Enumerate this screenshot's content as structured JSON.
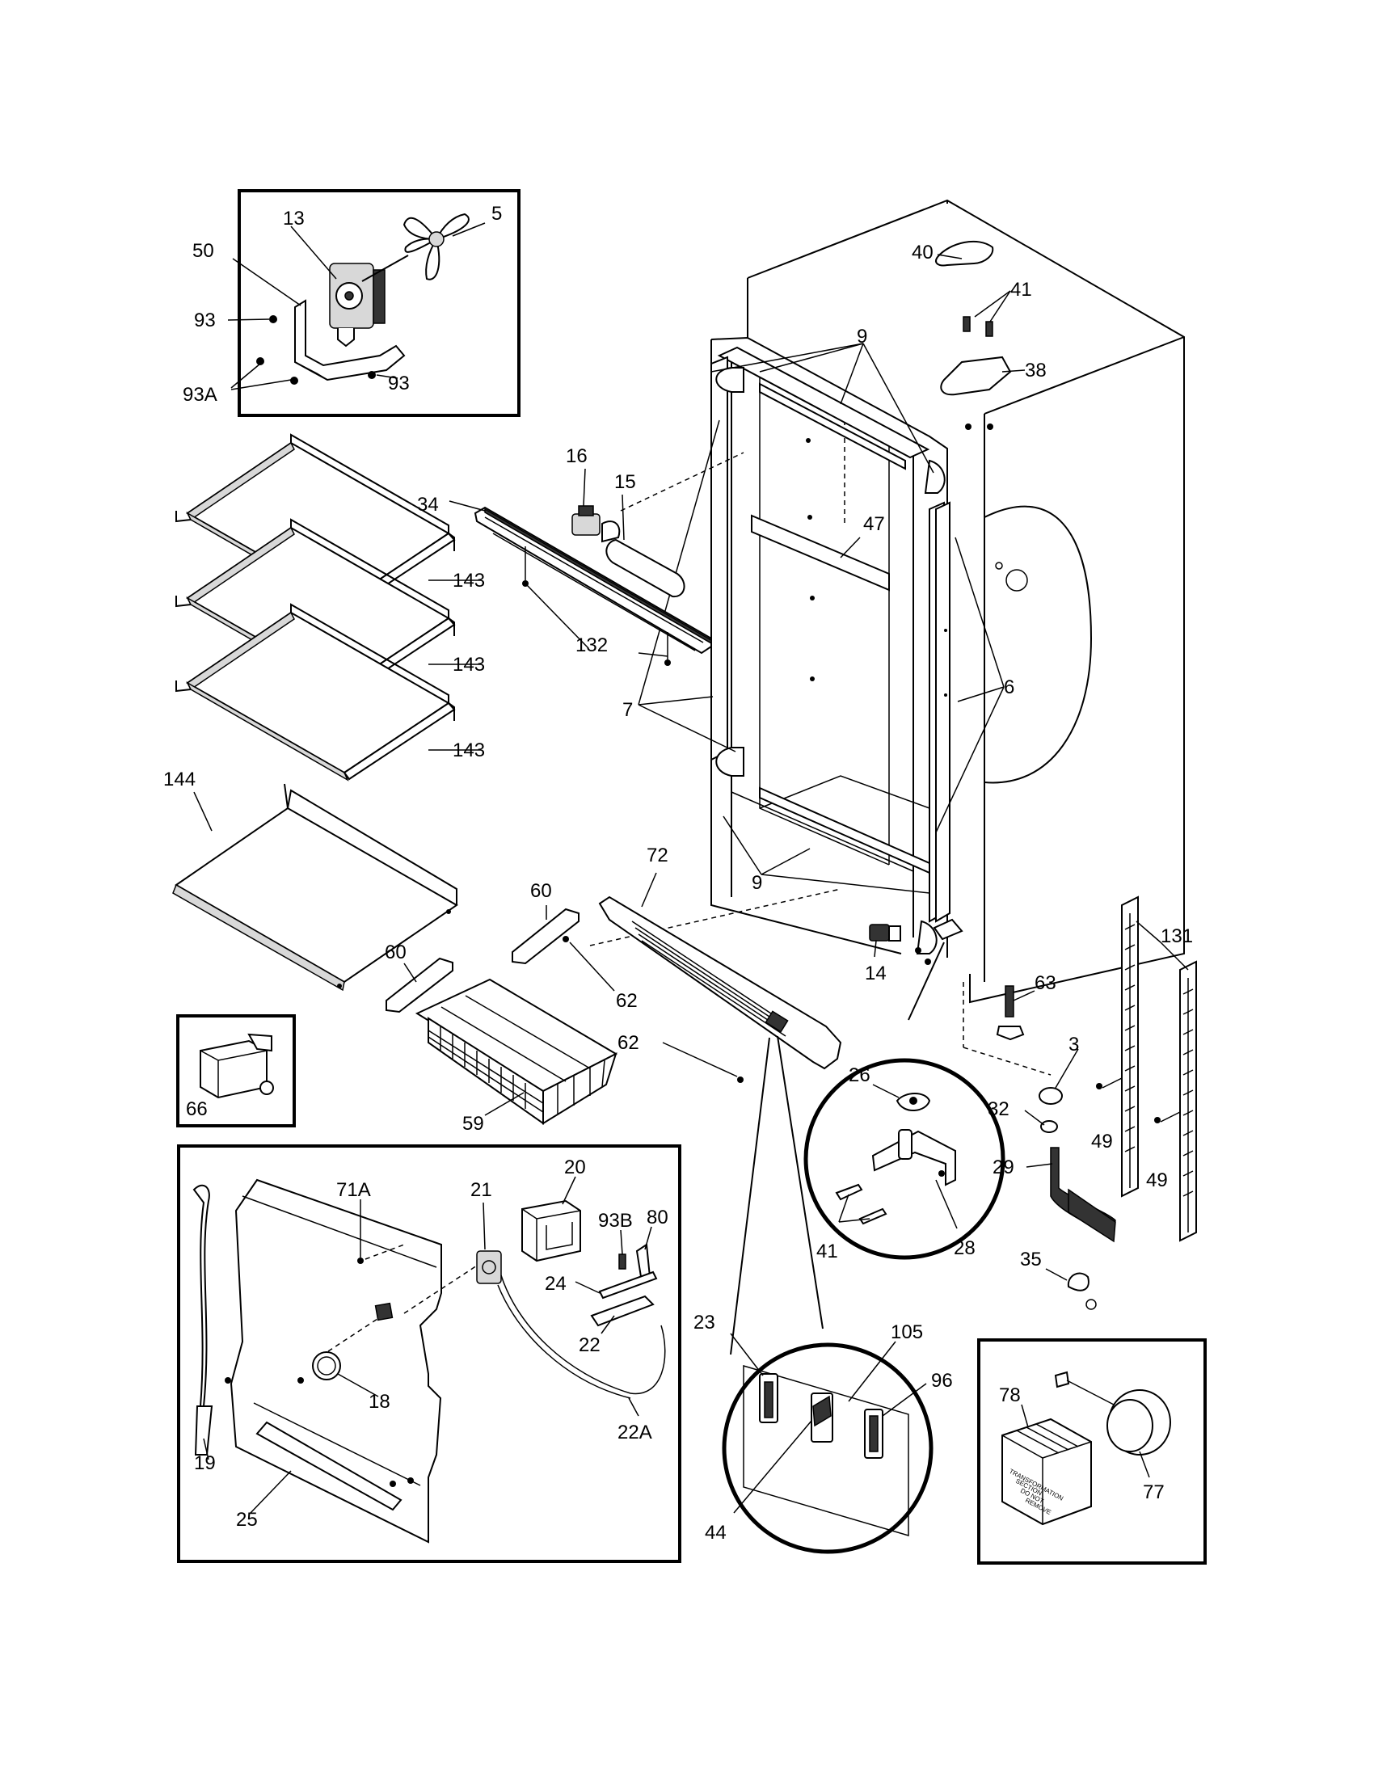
{
  "parts": {
    "p5": "5",
    "p13": "13",
    "p50": "50",
    "p93a": "93",
    "p93b": "93",
    "p93A": "93A",
    "p40": "40",
    "p41a": "41",
    "p38": "38",
    "p9a": "9",
    "p16": "16",
    "p15": "15",
    "p34": "34",
    "p47": "47",
    "p143a": "143",
    "p143b": "143",
    "p143c": "143",
    "p132": "132",
    "p7": "7",
    "p6": "6",
    "p144": "144",
    "p60a": "60",
    "p72": "72",
    "p9b": "9",
    "p131": "131",
    "p60b": "60",
    "p14": "14",
    "p63": "63",
    "p62": "62",
    "p26": "26",
    "p3": "3",
    "p66": "66",
    "p59": "59",
    "p32": "32",
    "p29": "29",
    "p49a": "49",
    "p49b": "49",
    "p41b": "41",
    "p28": "28",
    "p35": "35",
    "p71A": "71A",
    "p21": "21",
    "p20": "20",
    "p93B": "93B",
    "p80": "80",
    "p24": "24",
    "p22": "22",
    "p18": "18",
    "p22A": "22A",
    "p19": "19",
    "p25": "25",
    "p23": "23",
    "p105": "105",
    "p96": "96",
    "p44": "44",
    "p78": "78",
    "p77": "77"
  },
  "warning_label": [
    "TRANSFORMATION",
    "SECTION",
    "DO NOT",
    "REMOVE"
  ]
}
